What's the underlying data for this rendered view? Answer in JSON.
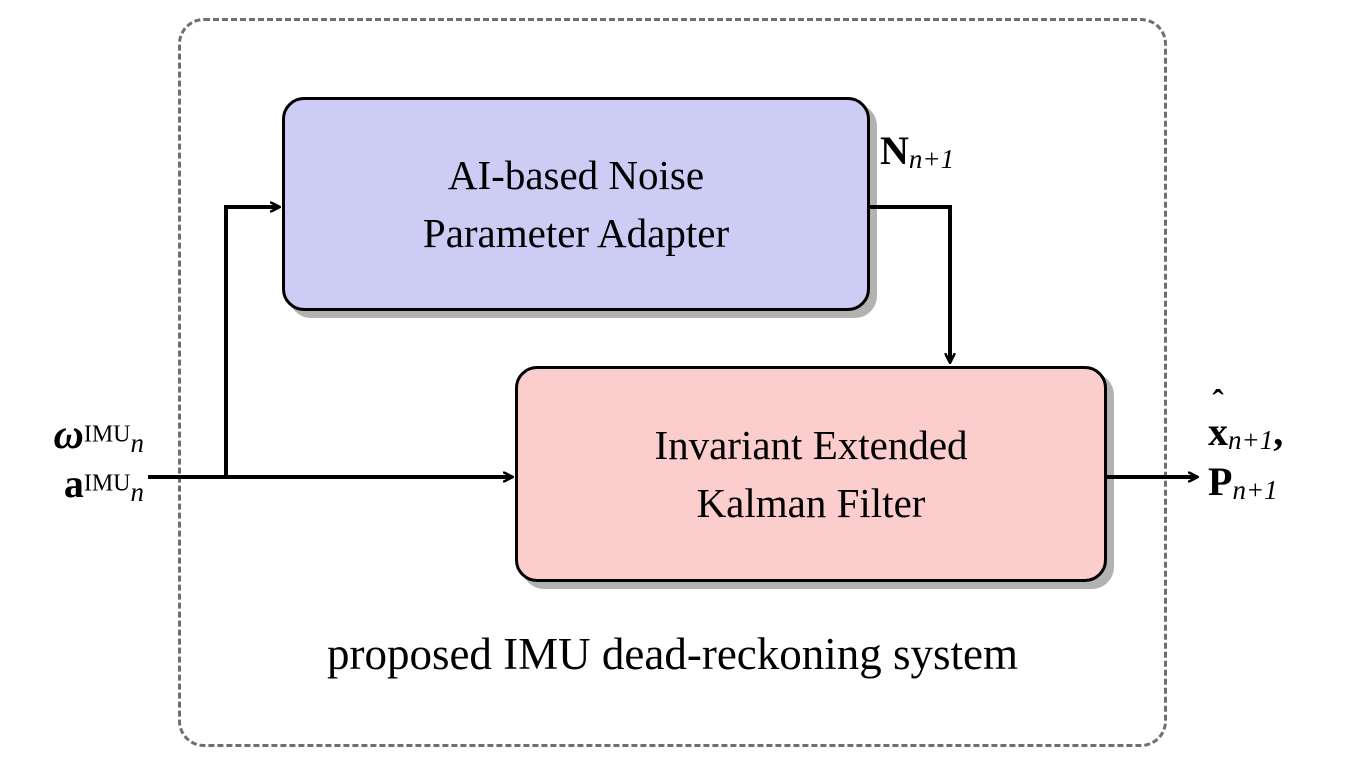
{
  "diagram": {
    "title": "proposed IMU dead-reckoning system",
    "frame": {
      "label": "proposed IMU dead-reckoning system",
      "style": "dashed",
      "color": "#6f6f6f"
    },
    "blocks": [
      {
        "id": "ai-noise-parameter-adapter",
        "line1": "AI-based Noise",
        "line2": "Parameter Adapter",
        "fill": "#ccccf4",
        "border": "#000000"
      },
      {
        "id": "invariant-extended-kalman-filter",
        "line1": "Invariant Extended",
        "line2": "Kalman Filter",
        "fill": "#fbcdcd",
        "border": "#000000"
      }
    ],
    "signals": {
      "input_gyro": {
        "symbol": "ω",
        "superscript": "IMU",
        "subscript": "n"
      },
      "input_accel": {
        "symbol": "a",
        "superscript": "IMU",
        "subscript": "n"
      },
      "noise": {
        "symbol": "N",
        "subscript": "n+1"
      },
      "output_state": {
        "hat": "ˆ",
        "symbol": "x",
        "subscript": "n+1",
        "trailing": ","
      },
      "output_cov": {
        "symbol": "P",
        "subscript": "n+1"
      }
    },
    "edges": [
      {
        "id": "imu-to-adapter",
        "from": "imu-input",
        "to": "ai-noise-parameter-adapter"
      },
      {
        "id": "imu-to-iekf",
        "from": "imu-input",
        "to": "invariant-extended-kalman-filter"
      },
      {
        "id": "adapter-to-iekf",
        "from": "ai-noise-parameter-adapter",
        "to": "invariant-extended-kalman-filter",
        "label": "N_{n+1}"
      },
      {
        "id": "iekf-to-output",
        "from": "invariant-extended-kalman-filter",
        "to": "state-output"
      }
    ]
  }
}
